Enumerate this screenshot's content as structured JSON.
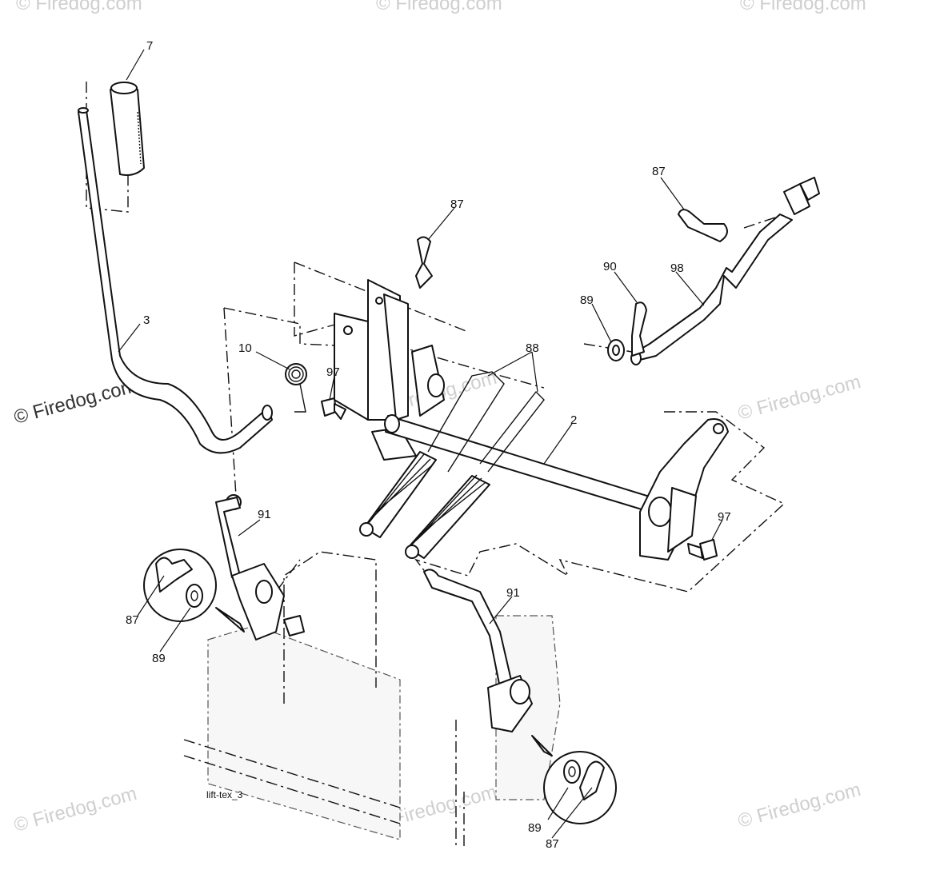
{
  "watermark": "© Firedog.com",
  "figure_code": "lift-tex_3",
  "callouts": {
    "c7": "7",
    "c3": "3",
    "c10": "10",
    "c97a": "97",
    "c87a": "87",
    "c88": "88",
    "c2": "2",
    "c87b": "87",
    "c90": "90",
    "c98": "98",
    "c89a": "89",
    "c91a": "91",
    "c87c": "87",
    "c89b": "89",
    "c97b": "97",
    "c91b": "91",
    "c89c": "89",
    "c87d": "87"
  }
}
